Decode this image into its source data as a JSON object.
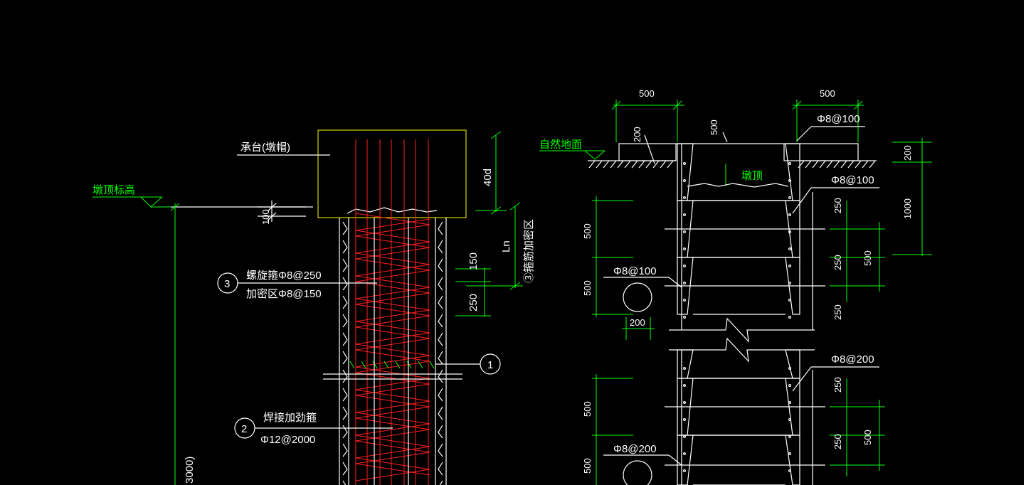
{
  "left": {
    "cap_label": "承台(墩帽)",
    "pier_top_elev": "墩顶标高",
    "dim_100": "100",
    "dim_40d": "40d",
    "dim_ln": "Ln",
    "dense_zone": "③箍筋加密区",
    "dim_150": "150",
    "dim_250": "250",
    "callout_3": "3",
    "spiral_text": "螺旋箍Φ8@250",
    "dense_text": "加密区Φ8@150",
    "callout_1": "1",
    "callout_2": "2",
    "weld_title": "焊接加劲箍",
    "weld_spec": "Φ12@2000",
    "dim_3000": "3000)"
  },
  "right": {
    "dim_500_left": "500",
    "dim_500_right": "500",
    "dim_200_top": "200",
    "dim_500_mid": "500",
    "rebar_top_right": "Φ8@100",
    "natural_ground": "自然地面",
    "pier_top": "墩顶",
    "rebar_right_1": "Φ8@100",
    "dim_200_side": "200",
    "dim_1000": "1000",
    "dim_250_a": "250",
    "dim_500_a": "500",
    "dim_500_b": "500",
    "dim_250_b": "250",
    "dim_500_c": "500",
    "dim_250_c": "250",
    "rebar_left_1": "Φ8@100",
    "dim_200_circle": "200",
    "rebar_right_2": "Φ8@200",
    "dim_500_d": "500",
    "dim_250_d": "250",
    "dim_500_e": "500",
    "dim_250_e": "250",
    "rebar_left_2": "Φ8@200",
    "dim_500_f": "500"
  }
}
